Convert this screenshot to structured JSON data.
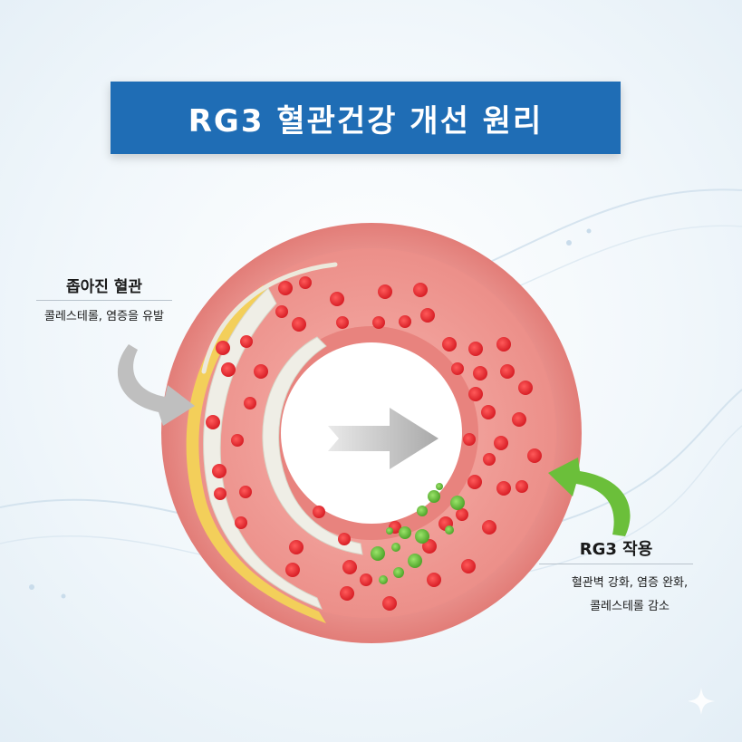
{
  "title": "RG3 혈관건강 개선 원리",
  "narrowed_vessel": {
    "heading": "좁아진 혈관",
    "description": "콜레스테롤, 염증을 유발"
  },
  "rg3_effect": {
    "heading": "RG3 작용",
    "description_line1": "혈관벽 강화, 염증 완화,",
    "description_line2": "콜레스테롤 감소"
  },
  "colors": {
    "banner": "#1f6db5",
    "vessel_wall": "#e8827f",
    "blood_cell": "#e3262c",
    "plaque_fat": "#f3cf5a",
    "plaque": "#eeece4",
    "rg3_particle": "#6bc23d",
    "flow_arrow": "#b5b5b5"
  },
  "icons": {
    "left_arrow": "gray-curved-arrow-icon",
    "right_arrow": "green-curved-arrow-icon",
    "flow": "flow-arrow-icon",
    "corner": "sparkle-icon"
  }
}
